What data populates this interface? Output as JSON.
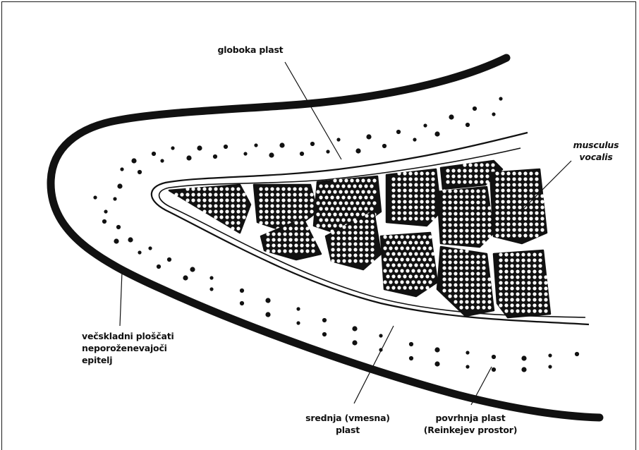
{
  "labels": {
    "deep_layer": "globoka plast",
    "muscle_line1": "musculus",
    "muscle_line2": "vocalis",
    "epithelium_line1": "večskladni ploščati",
    "epithelium_line2": "neporoženevajoči",
    "epithelium_line3": "epitelj",
    "middle_line1": "srednja (vmesna)",
    "middle_line2": "plast",
    "superficial_line1": "povrhnja plast",
    "superficial_line2": "(Reinkejev prostor)"
  },
  "colors": {
    "ink": "#111111",
    "paper": "#ffffff"
  }
}
